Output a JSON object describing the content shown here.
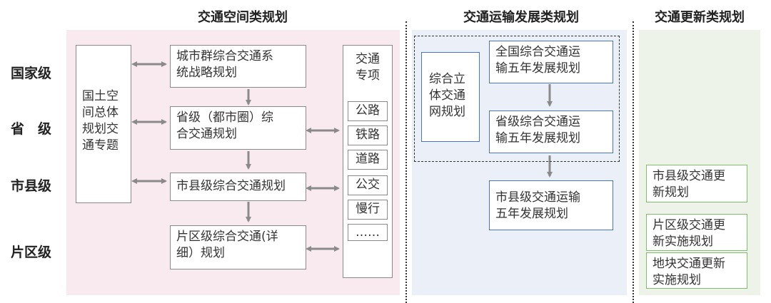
{
  "headers": {
    "spatial": "交通空间类规划",
    "transport": "交通运输发展类规划",
    "renewal": "交通更新类规划"
  },
  "levels": [
    "国家级",
    "省　级",
    "市县级",
    "片区级"
  ],
  "spatial": {
    "territory_box": "国土空\n间总体\n规划交\n通专题",
    "national_box": "城市群综合交通系\n统战略规划",
    "province_box": "省级（都市圈）综\n合交通规划",
    "county_box": "市县级综合交通规划",
    "district_box": "片区级综合交通(详\n细）规划",
    "special_title": "交通\n专项",
    "special_items": [
      "公路",
      "铁路",
      "道路",
      "公交",
      "慢行",
      "……"
    ]
  },
  "transport": {
    "integrated_box": "综合立\n体交通\n网规划",
    "national_box": "全国综合交通运\n输五年发展规划",
    "province_box": "省级综合交通运\n输五年发展规划",
    "county_box": "市县级交通运输\n五年发展规划"
  },
  "renewal": {
    "county_box": "市县级交通更\n新规划",
    "district_box": "片区级交通更\n新实施规划",
    "plot_box": "地块交通更新\n实施规划"
  },
  "colors": {
    "spatial_panel": "#f9eaf0",
    "transport_panel": "#eaeff8",
    "renewal_panel": "#eef3ea",
    "arrow": "#8a8a8a",
    "blue_border": "#4a78b8",
    "green_border": "#7fbf6a"
  }
}
